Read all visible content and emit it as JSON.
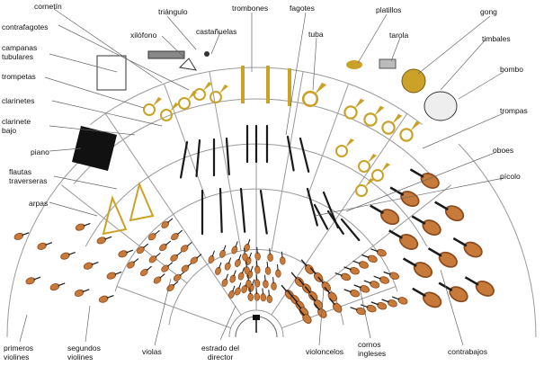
{
  "diagram": {
    "labels": {
      "cornetin": "cornetín",
      "triangulo": "triángulo",
      "trombones": "trombones",
      "fagotes": "fagotes",
      "platillos": "platillos",
      "gong": "gong",
      "contrafagotes": "contrafagotes",
      "xilofono": "xilófono",
      "castanuelas": "castañuelas",
      "tuba": "tuba",
      "tarola": "tarola",
      "timbales": "timbales",
      "campanas": "campanas\ntubulares",
      "bombo": "bombo",
      "trompetas": "trompetas",
      "trompas": "trompas",
      "clarinetes": "clarinetes",
      "clarinete_bajo": "clarinete\nbajo",
      "oboes": "oboes",
      "piano": "piano",
      "picolo": "pícolo",
      "flautas": "flautas\ntraverseras",
      "arpas": "arpas",
      "primeros_violines": "primeros\nviolines",
      "segundos_violines": "segundos\nviolines",
      "violas": "violas",
      "estrado": "estrado del\ndirector",
      "violonchelos": "violoncelos",
      "cornos_ingleses": "cornos\ningleses",
      "contrabajos": "contrabajos"
    },
    "colors": {
      "line": "#8a8a8a",
      "wood": "#8b4a1f",
      "wood_light": "#c77a3a",
      "brass": "#c9a227",
      "dark": "#1a1a1a"
    }
  }
}
